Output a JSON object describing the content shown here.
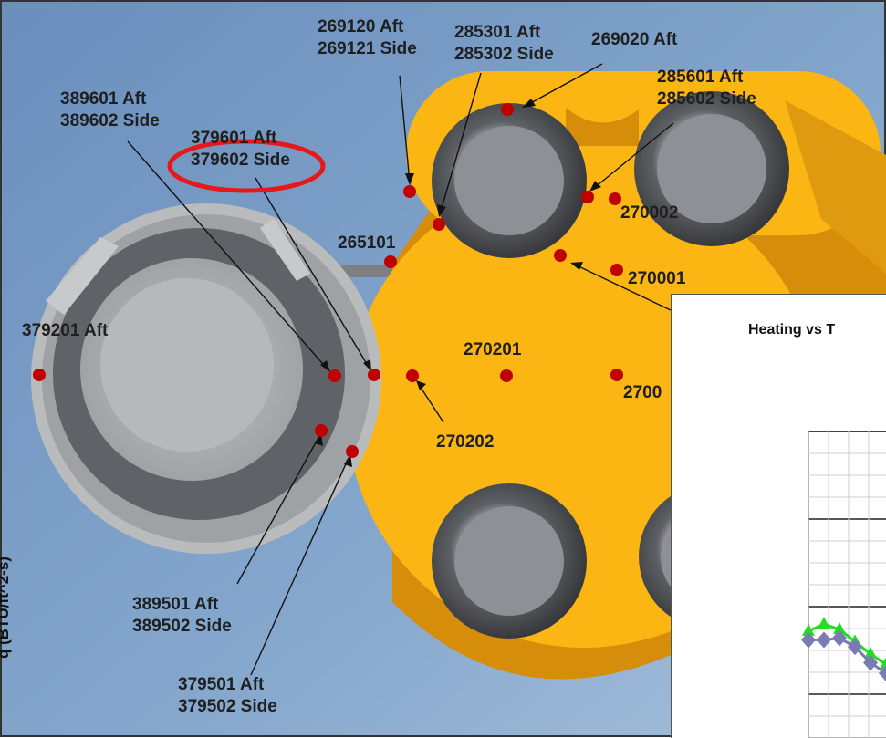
{
  "labels": {
    "l_269120": [
      "269120 Aft",
      "269121 Side"
    ],
    "l_285301": [
      "285301 Aft",
      "285302 Side"
    ],
    "l_269020": [
      "269020 Aft"
    ],
    "l_285601": [
      "285601 Aft",
      "285602 Side"
    ],
    "l_389601": [
      "389601 Aft",
      "389602 Side"
    ],
    "l_379601": [
      "379601 Aft",
      "379602 Side"
    ],
    "l_270002": [
      "270002"
    ],
    "l_265101": [
      "265101"
    ],
    "l_270001": [
      "270001"
    ],
    "l_379201": [
      "379201 Aft"
    ],
    "l_270201": [
      "270201"
    ],
    "l_2700x": [
      "2700"
    ],
    "l_270202": [
      "270202"
    ],
    "l_389501": [
      "389501 Aft",
      "389502 Side"
    ],
    "l_379501": [
      "379501 Aft",
      "379502 Side"
    ]
  },
  "colors": {
    "background": "#7fa2c9",
    "orange_body": "#fbb614",
    "orange_dark": "#d58d0a",
    "engine_bell": "#4a4c4f",
    "sensor_point": "#c00000",
    "highlight_ring": "#e8181a",
    "series_green": "#22dd22",
    "series_purple": "#7a7ab4"
  },
  "chart": {
    "title": "Heating vs T",
    "ylabel": "q (BTU/ft^2-s)"
  },
  "chart_data": {
    "type": "line",
    "title": "Heating vs T",
    "ylabel": "q (BTU/ft^2-s)",
    "series": [
      {
        "values": [
          1.22,
          1.3,
          1.24,
          1.1,
          0.96,
          0.84
        ]
      },
      {
        "values": [
          1.12,
          1.12,
          1.14,
          1.04,
          0.86,
          0.74
        ]
      }
    ]
  }
}
